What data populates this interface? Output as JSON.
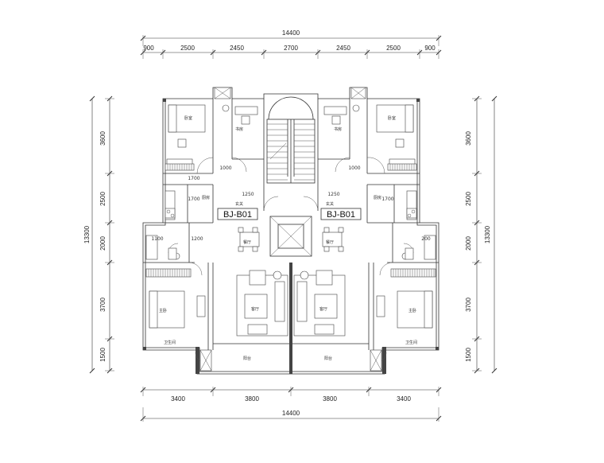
{
  "dimensions": {
    "top_total": "14400",
    "top_segments": [
      "900",
      "2500",
      "2450",
      "2700",
      "2450",
      "2500",
      "900"
    ],
    "bottom_segments": [
      "3400",
      "3800",
      "3800",
      "3400"
    ],
    "bottom_total": "14400",
    "left_total": "13300",
    "left_segments": [
      "3600",
      "2500",
      "2000",
      "3700",
      "1500"
    ],
    "right_total": "13300",
    "right_segments": [
      "3600",
      "2500",
      "2000",
      "3700",
      "1500"
    ]
  },
  "unit_tags": [
    "BJ-B01",
    "BJ-B01"
  ],
  "inner_dims": {
    "d1000_left": "1000",
    "d1000_right": "1000",
    "d1250_left": "1250",
    "d1250_right": "1250",
    "d1700_left_a": "1700",
    "d1700_left_b": "1700",
    "d1700_right": "1700",
    "d1200": "1200",
    "d1100": "1100",
    "d200": "200"
  },
  "rooms": {
    "bedroom": "卧室",
    "study": "书房",
    "kitchen": "厨房",
    "dining": "餐厅",
    "living": "客厅",
    "master": "主卧",
    "balcony": "阳台",
    "bath": "卫生间",
    "foyer": "玄关"
  }
}
